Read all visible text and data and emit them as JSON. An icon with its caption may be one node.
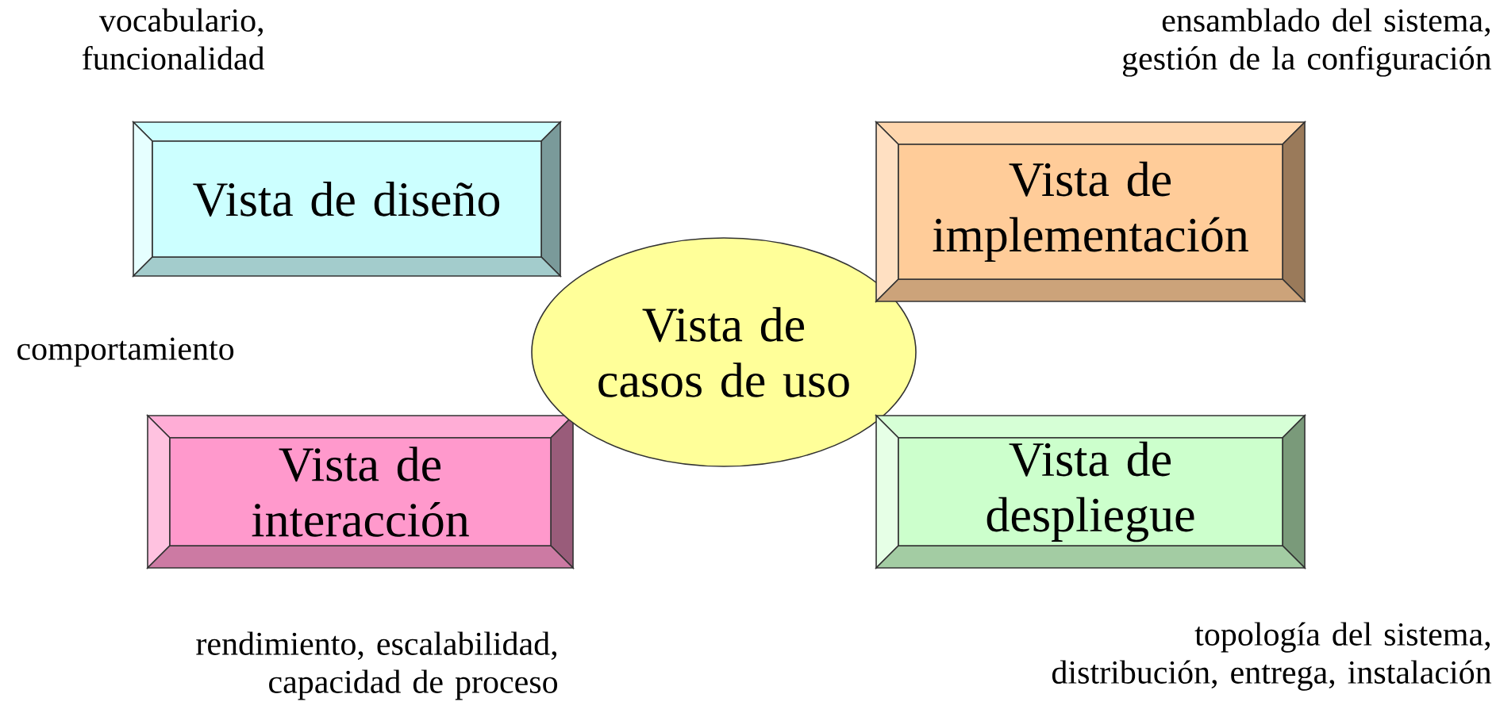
{
  "diagram": {
    "nodes": [
      {
        "text": [
          "Vista de diseño"
        ],
        "beside": [
          "vocabulario, funcionalidad"
        ]
      },
      {
        "text": [
          "Vista de implementación"
        ],
        "beside": [
          "ensamblado del sistema, gestión de la configuración"
        ]
      },
      {
        "text": [
          "Vista de casos de uso"
        ]
      },
      {
        "text": [
          "Vista de interacción"
        ],
        "beside": [
          "rendimiento, escalabilidad, capacidad de proceso"
        ]
      },
      {
        "text": [
          "Vista de despliegue"
        ],
        "beside": [
          "topología del sistema, distribución, entrega, instalación"
        ]
      }
    ],
    "labels": [
      "comportamiento"
    ]
  }
}
